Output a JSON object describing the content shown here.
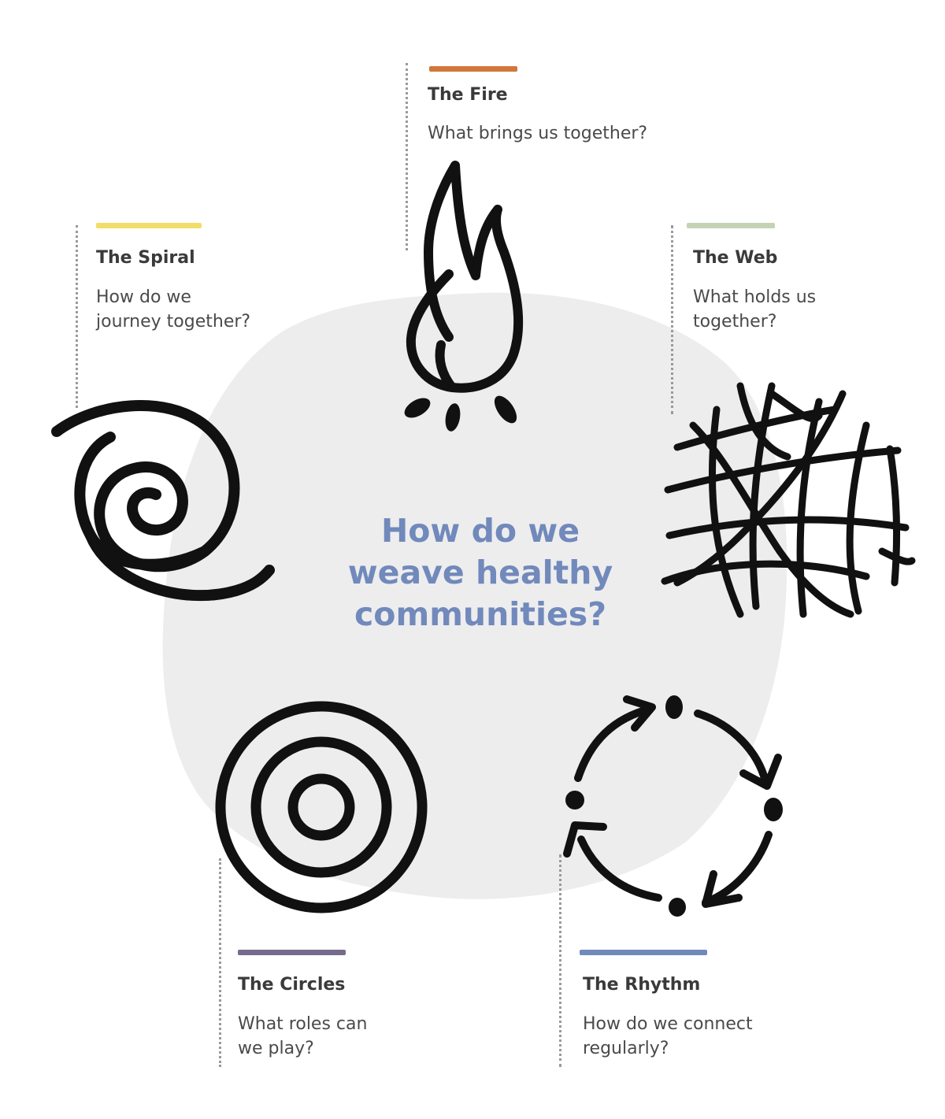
{
  "center": {
    "lines": [
      "How do we",
      "weave healthy",
      "communities?"
    ]
  },
  "colors": {
    "center_text": "#7189bb",
    "background_blob": "#ededee",
    "fire": "#d2773c",
    "spiral": "#f3dd6a",
    "web": "#c4d4b2",
    "circles": "#766b8c",
    "rhythm": "#7189bb"
  },
  "sections": {
    "fire": {
      "title": "The Fire",
      "question": [
        "What brings us together?"
      ],
      "icon": "flame-icon"
    },
    "spiral": {
      "title": "The Spiral",
      "question": [
        "How do we",
        "journey together?"
      ],
      "icon": "spiral-icon"
    },
    "web": {
      "title": "The Web",
      "question": [
        "What holds us",
        "together?"
      ],
      "icon": "web-icon"
    },
    "circles": {
      "title": "The Circles",
      "question": [
        "What roles can",
        "we play?"
      ],
      "icon": "concentric-circles-icon"
    },
    "rhythm": {
      "title": "The Rhythm",
      "question": [
        "How do we connect",
        "regularly?"
      ],
      "icon": "cycle-arrows-icon"
    }
  }
}
